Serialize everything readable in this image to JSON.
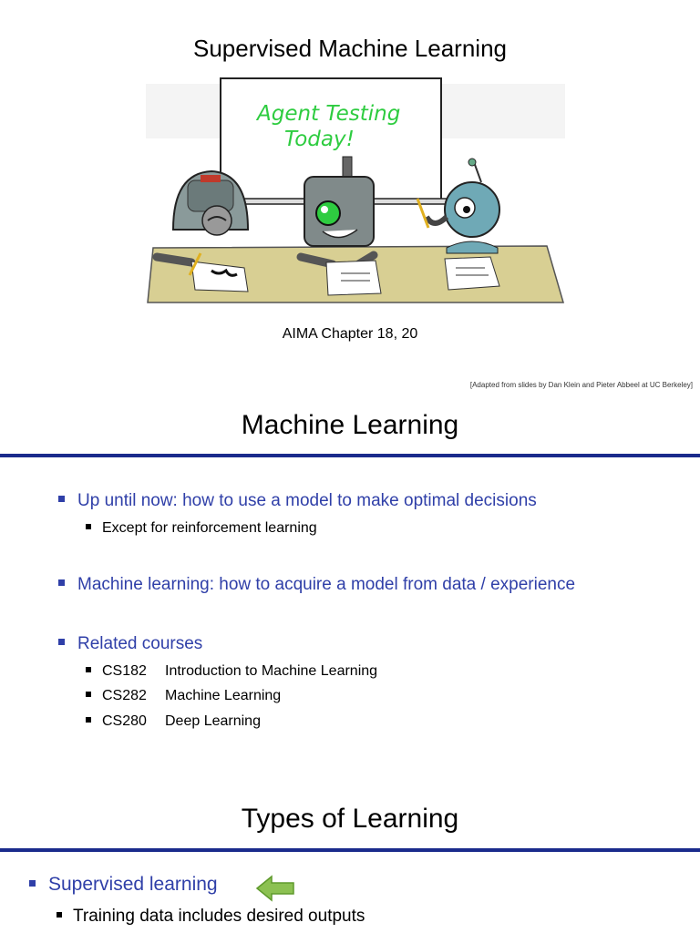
{
  "slide1": {
    "title": "Supervised Machine Learning",
    "board_text_line1": "Agent Testing",
    "board_text_line2": "Today!",
    "subtitle": "AIMA Chapter 18, 20",
    "credit": "[Adapted from slides by Dan Klein and Pieter Abbeel at UC Berkeley]"
  },
  "slide2": {
    "title": "Machine Learning",
    "bullets": [
      {
        "text": "Up until now: how to use a model to make optimal decisions",
        "sub": [
          "Except for reinforcement learning"
        ]
      },
      {
        "text": "Machine learning: how to acquire a model from data / experience"
      },
      {
        "text": "Related courses",
        "courses": [
          {
            "code": "CS182",
            "name": "Introduction to Machine Learning"
          },
          {
            "code": "CS282",
            "name": "Machine Learning"
          },
          {
            "code": "CS280",
            "name": "Deep Learning"
          }
        ]
      }
    ],
    "accent_color": "#2f3fa8",
    "rule_color": "#1a2b8c"
  },
  "slide3": {
    "title": "Types of Learning",
    "bullets": [
      {
        "text": "Supervised learning",
        "sub": [
          "Training data includes desired outputs"
        ]
      }
    ],
    "arrow_color": "#8cc152"
  }
}
